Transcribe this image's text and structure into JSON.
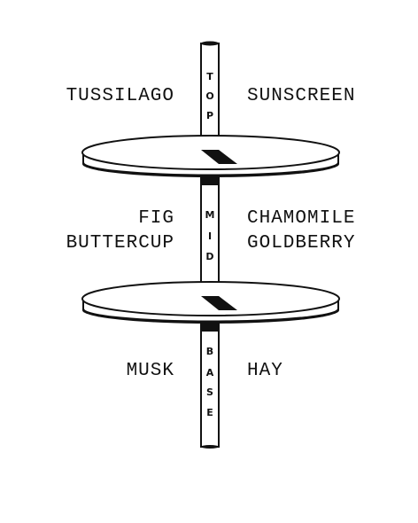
{
  "tiers": {
    "top": {
      "pole_label": "TOP",
      "left_notes": [
        "TUSSILAGO"
      ],
      "right_notes": [
        "SUNSCREEN"
      ]
    },
    "mid": {
      "pole_label": "MID",
      "left_notes": [
        "FIG",
        "BUTTERCUP"
      ],
      "right_notes": [
        "CHAMOMILE",
        "GOLDBERRY"
      ]
    },
    "base": {
      "pole_label": "BASE",
      "left_notes": [
        "MUSK"
      ],
      "right_notes": [
        "HAY"
      ]
    }
  },
  "colors": {
    "ink": "#111111",
    "paper": "#ffffff"
  }
}
